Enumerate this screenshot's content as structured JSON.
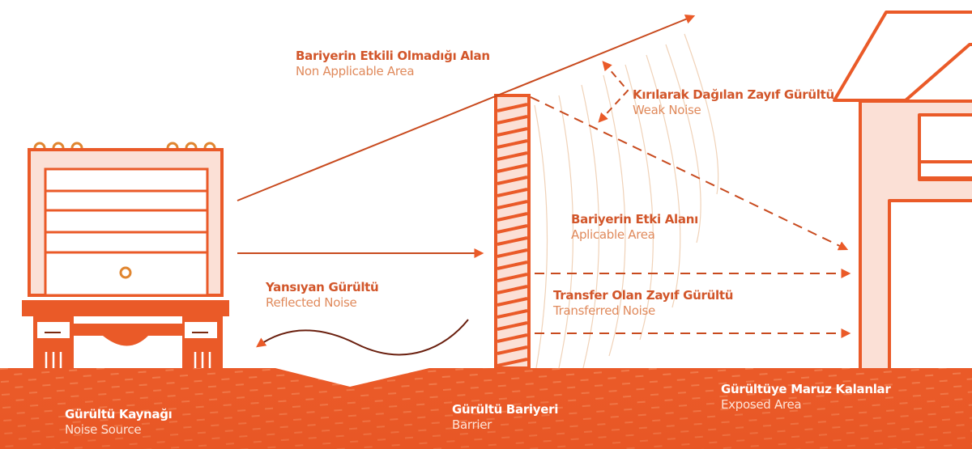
{
  "colors": {
    "primary": "#ea5a28",
    "light": "#fbe0d6",
    "title_text": "#d2562a",
    "subtitle_text": "#e08a5c",
    "wave_lines": "#f0d2b8"
  },
  "labels": {
    "non_applicable": {
      "title": "Bariyerin Etkili Olmadığı Alan",
      "subtitle": "Non Applicable Area"
    },
    "weak_noise": {
      "title": "Kırılarak Dağılan Zayıf Gürültü",
      "subtitle": "Weak Noise"
    },
    "applicable": {
      "title": "Bariyerin Etki Alanı",
      "subtitle": "Aplicable Area"
    },
    "reflected": {
      "title": "Yansıyan Gürültü",
      "subtitle": "Reflected Noise"
    },
    "transferred": {
      "title": "Transfer Olan Zayıf Gürültü",
      "subtitle": "Transferred Noise"
    },
    "source": {
      "title": "Gürültü Kaynağı",
      "subtitle": "Noise Source"
    },
    "barrier": {
      "title": "Gürültü Bariyeri",
      "subtitle": "Barrier"
    },
    "exposed": {
      "title": "Gürültüye Maruz Kalanlar",
      "subtitle": "Exposed Area"
    }
  }
}
